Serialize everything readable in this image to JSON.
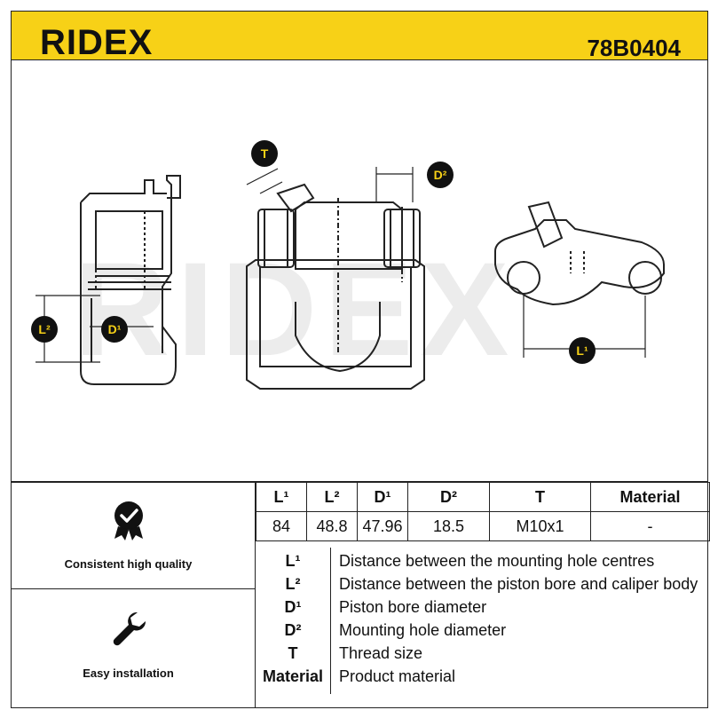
{
  "header": {
    "logo_text": "RIDEX",
    "part_number": "78B0404",
    "background_color": "#f7d117"
  },
  "drawing": {
    "watermark": "RIDEX",
    "labels": {
      "t": "T",
      "d2": "D²",
      "l2": "L²",
      "d1": "D¹",
      "l1": "L¹"
    }
  },
  "features": [
    {
      "label": "Consistent high quality",
      "icon": "quality-badge-icon"
    },
    {
      "label": "Easy installation",
      "icon": "wrench-icon"
    }
  ],
  "spec_table": {
    "headers": [
      "L¹",
      "L²",
      "D¹",
      "D²",
      "T",
      "Material"
    ],
    "values": [
      "84",
      "48.8",
      "47.96",
      "18.5",
      "M10x1",
      "-"
    ]
  },
  "legend": [
    {
      "key": "L¹",
      "desc": "Distance between the mounting hole centres"
    },
    {
      "key": "L²",
      "desc": "Distance between the piston bore and caliper body"
    },
    {
      "key": "D¹",
      "desc": "Piston bore diameter"
    },
    {
      "key": "D²",
      "desc": "Mounting hole diameter"
    },
    {
      "key": "T",
      "desc": "Thread size"
    },
    {
      "key": "Material",
      "desc": "Product material"
    }
  ]
}
